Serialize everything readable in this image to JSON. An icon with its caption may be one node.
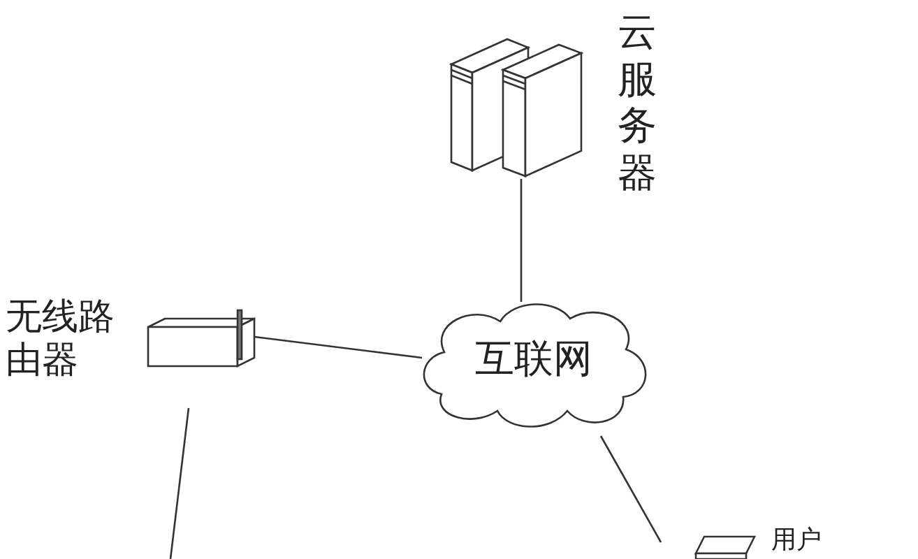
{
  "diagram": {
    "nodes": [
      {
        "text": [
          "云服务器"
        ]
      },
      {
        "text": [
          "无线路由器"
        ]
      },
      {
        "text": [
          "互联网"
        ]
      },
      {
        "text": [
          "用户"
        ]
      }
    ],
    "edges": [
      {
        "from": 0,
        "to": 2,
        "arrow": "none"
      },
      {
        "from": 1,
        "to": 2,
        "arrow": "none"
      },
      {
        "from": 2,
        "to": 3,
        "arrow": "none"
      },
      {
        "from": 1,
        "to": null,
        "arrow": "none"
      }
    ]
  }
}
